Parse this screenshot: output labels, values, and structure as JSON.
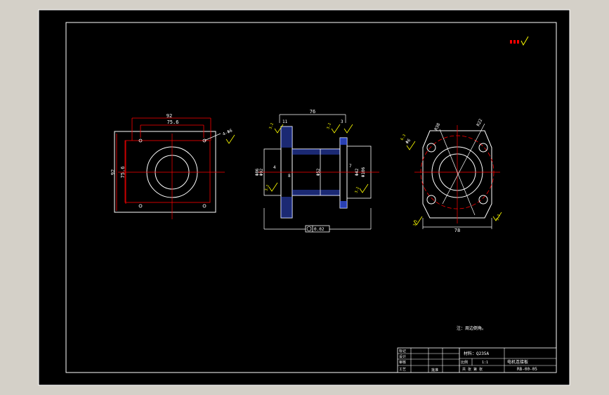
{
  "colors": {
    "background": "#000000",
    "frame": "#ffffff",
    "dimension": "#ff0000",
    "annotation": "#ffff00",
    "centerline": "#ff0000",
    "hatch": "#3b5bff",
    "workspace": "#d4d0c8"
  },
  "corner_mark": "",
  "left_view": {
    "dim_top_outer": "92",
    "dim_top_inner": "75.6",
    "dim_left_outer": "92",
    "dim_left_inner": "75.6",
    "hole_callout": "4-Φ6"
  },
  "middle_view": {
    "dim_length": "76",
    "dim_flange_left": "11",
    "dim_flange_right": "3",
    "dim_bore_left": "Φ86",
    "dim_bore_left2": "Φ92",
    "dim_center": "Φ52",
    "dim_right_outer": "Φ106",
    "dim_right_inner": "Φ42",
    "label_a": "4",
    "label_b": "8",
    "label_c": "7",
    "roughness": [
      "3.2",
      "3.2",
      "3.2",
      "3.2"
    ],
    "tolerance_frame": "0.02"
  },
  "right_view": {
    "dim_width": "78",
    "dim_r1": "R38",
    "dim_r2": "R22",
    "dim_hole": "Φ6",
    "roughness": [
      "6.3",
      "3.2",
      "3.2"
    ]
  },
  "note": "注：周边倒角。",
  "title_block": {
    "rows_left": [
      "标记",
      "设计",
      "审核",
      "工艺"
    ],
    "material": "材料：Q235A",
    "scale_label": "比例",
    "scale_value": "1:1",
    "sheets": "共 张  第 张",
    "part_name": "电机连接板",
    "drawing_no": "RB-00-05",
    "approve": "批准"
  }
}
